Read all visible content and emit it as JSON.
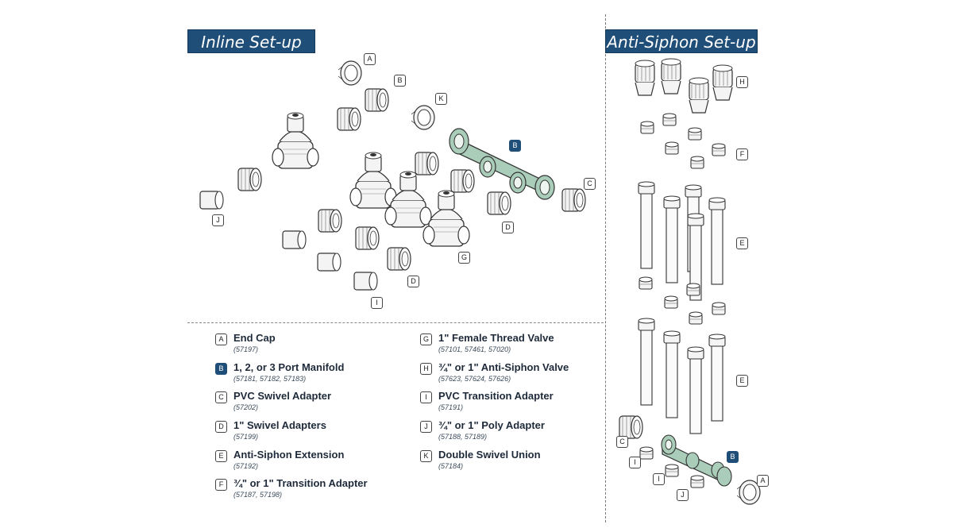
{
  "headers": {
    "inline": "Inline Set-up",
    "anti_siphon": "Anti-Siphon Set-up"
  },
  "callouts": {
    "inline": [
      "A",
      "B",
      "K",
      "B",
      "C",
      "J",
      "D",
      "D",
      "G",
      "I"
    ],
    "anti_siphon": [
      "H",
      "F",
      "E",
      "E",
      "C",
      "I",
      "B",
      "I",
      "A",
      "J"
    ]
  },
  "legend": [
    {
      "letter": "A",
      "name": "End Cap",
      "codes": "(57197)"
    },
    {
      "letter": "B",
      "name": "1, 2, or 3 Port Manifold",
      "codes": "(57181, 57182, 57183)"
    },
    {
      "letter": "C",
      "name": "PVC Swivel Adapter",
      "codes": "(57202)"
    },
    {
      "letter": "D",
      "name": "1\" Swivel Adapters",
      "codes": "(57199)"
    },
    {
      "letter": "E",
      "name": "Anti-Siphon Extension",
      "codes": "(57192)"
    },
    {
      "letter": "F",
      "name": "¾\" or 1\" Transition Adapter",
      "codes": "(57187, 57198)"
    },
    {
      "letter": "G",
      "name": "1\" Female Thread Valve",
      "codes": "(57101, 57461, 57020)"
    },
    {
      "letter": "H",
      "name": "¾\" or 1\" Anti-Siphon Valve",
      "codes": "(57623, 57624, 57626)"
    },
    {
      "letter": "I",
      "name": "PVC Transition Adapter",
      "codes": "(57191)"
    },
    {
      "letter": "J",
      "name": "¾\" or 1\" Poly Adapter",
      "codes": "(57188, 57189)"
    },
    {
      "letter": "K",
      "name": "Double Swivel Union",
      "codes": "(57184)"
    }
  ],
  "colors": {
    "banner": "#1f4e79",
    "manifold": "#a9cdb8",
    "part_fill": "#f4f4f4",
    "outline": "#333333"
  }
}
